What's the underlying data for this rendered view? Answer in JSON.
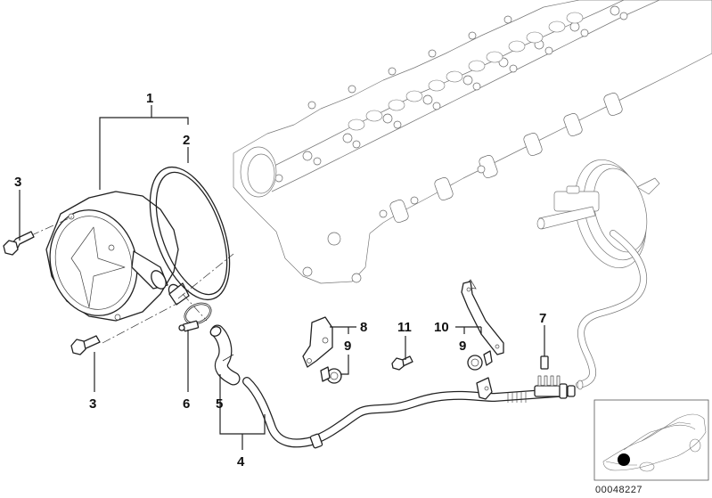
{
  "diagram": {
    "title_id": "00048227",
    "callouts": [
      {
        "id": "c1",
        "label": "1",
        "part": "vacuum-pump-assembly"
      },
      {
        "id": "c2",
        "label": "2",
        "part": "o-ring"
      },
      {
        "id": "c3a",
        "label": "3",
        "part": "bolt-upper"
      },
      {
        "id": "c3b",
        "label": "3",
        "part": "bolt-lower"
      },
      {
        "id": "c4",
        "label": "4",
        "part": "vacuum-line-assembly"
      },
      {
        "id": "c5",
        "label": "5",
        "part": "hose-elbow"
      },
      {
        "id": "c6",
        "label": "6",
        "part": "hose-clamp"
      },
      {
        "id": "c7",
        "label": "7",
        "part": "cap"
      },
      {
        "id": "c8",
        "label": "8",
        "part": "bracket-left"
      },
      {
        "id": "c9a",
        "label": "9",
        "part": "clip-left"
      },
      {
        "id": "c9b",
        "label": "9",
        "part": "clip-right"
      },
      {
        "id": "c10",
        "label": "10",
        "part": "bracket-right"
      },
      {
        "id": "c11",
        "label": "11",
        "part": "bolt-bracket"
      }
    ],
    "locator": {
      "highlight_color": "#000000"
    }
  }
}
